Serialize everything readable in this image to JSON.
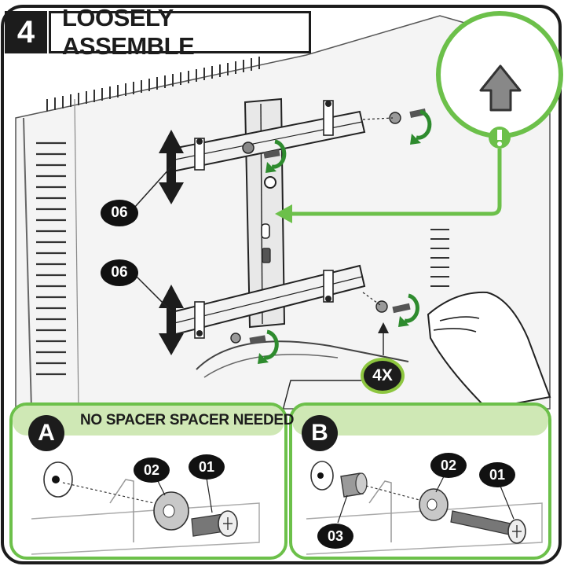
{
  "step": {
    "number": "4",
    "title": "LOOSELY ASSEMBLE"
  },
  "callouts": {
    "upper_bracket": "06",
    "lower_bracket": "06",
    "quantity": "4X"
  },
  "banner_text": "NO SPACER SPACER NEEDED",
  "panel_a": {
    "letter": "A",
    "washer": "02",
    "screw": "01"
  },
  "panel_b": {
    "letter": "B",
    "spacer": "03",
    "washer": "02",
    "screw": "01"
  },
  "colors": {
    "accent_green": "#6cc04a",
    "light_green": "#cfe8b5",
    "ink": "#1c1c1c"
  }
}
